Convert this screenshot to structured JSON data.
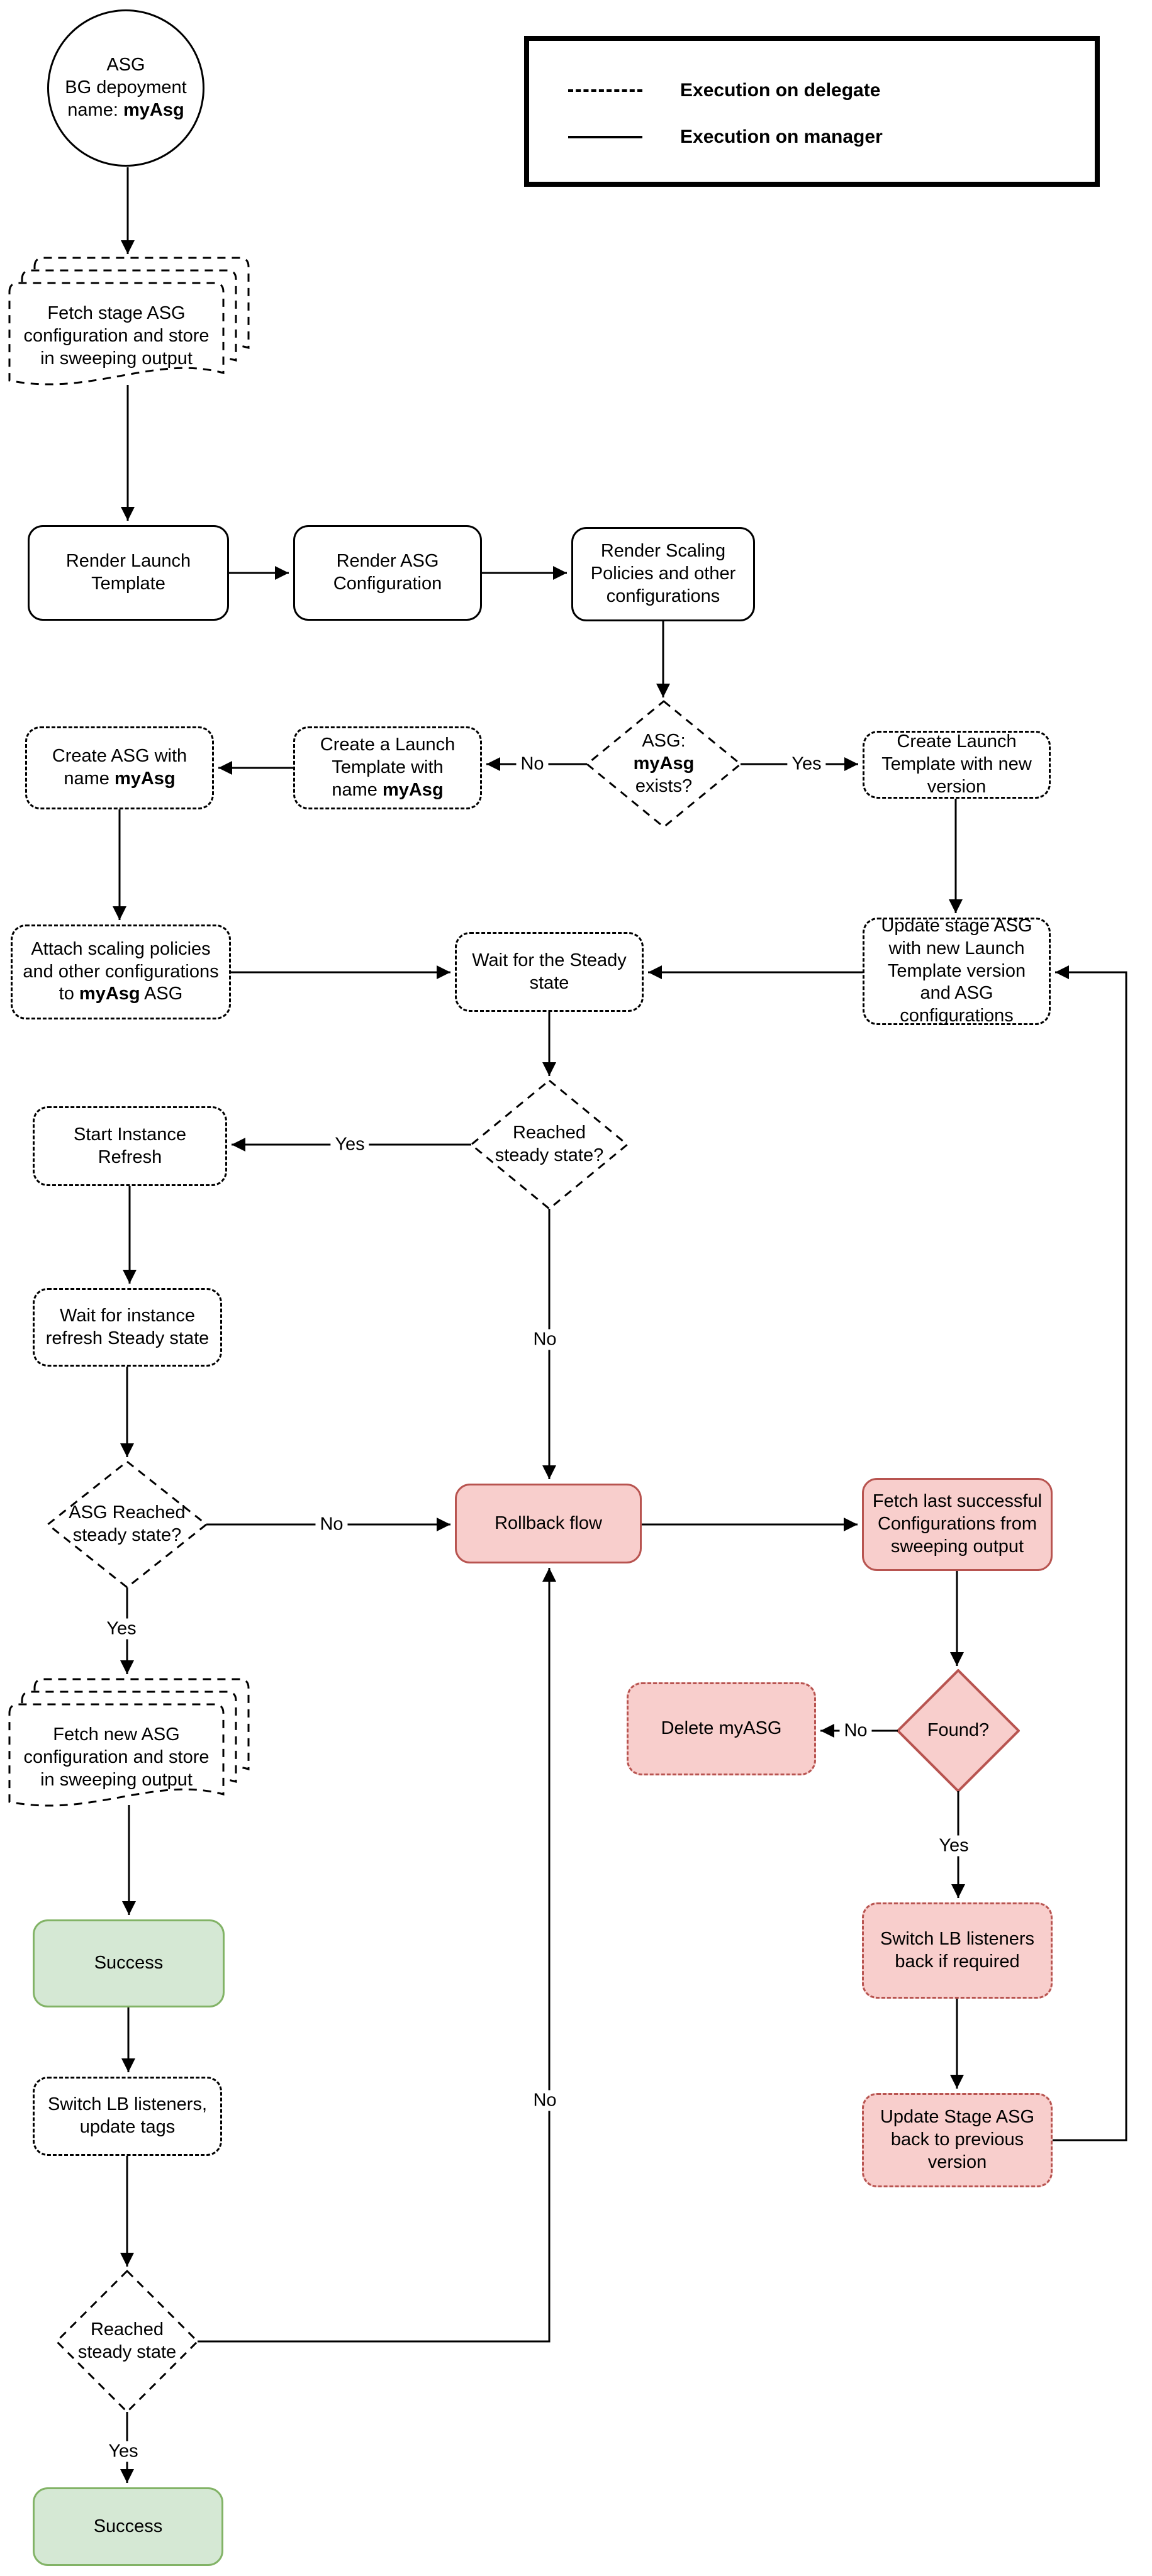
{
  "legend": {
    "delegate_label": "Execution on delegate",
    "manager_label": "Execution on manager"
  },
  "edge_labels": {
    "yes": "Yes",
    "no": "No"
  },
  "colors": {
    "rollback_fill": "#F8CECC",
    "rollback_border": "#B85450",
    "success_fill": "#D5E8D4",
    "success_border": "#82B366",
    "line": "#000000"
  },
  "nodes": {
    "start_circle": {
      "line1": "ASG",
      "line2": "BG depoyment",
      "line3_prefix": "name: ",
      "line3_bold": "myAsg"
    },
    "fetch_stage": {
      "label": "Fetch stage ASG configuration and store in sweeping output"
    },
    "render_launch_template": {
      "label": "Render Launch Template"
    },
    "render_asg_configuration": {
      "label": "Render ASG Configuration"
    },
    "render_scaling_policies": {
      "label": "Render Scaling Policies and other configurations"
    },
    "asg_exists_decision": {
      "line1": "ASG:",
      "line2_bold": "myAsg",
      "line2_suffix": " exists?"
    },
    "create_launch_template_myasg": {
      "line1": "Create a Launch",
      "line2": "Template with",
      "line3_prefix": "name ",
      "line3_bold": "myAsg"
    },
    "create_asg_myasg": {
      "line1": "Create ASG with",
      "line2_prefix": "name ",
      "line2_bold": "myAsg"
    },
    "create_launch_template_new": {
      "label": "Create Launch Template with new version"
    },
    "attach_scaling_policies": {
      "line1": "Attach scaling policies",
      "line2": "and other configurations",
      "line3_prefix": "to ",
      "line3_bold": "myAsg",
      "line3_suffix": " ASG"
    },
    "wait_steady_state": {
      "label": "Wait for the Steady state"
    },
    "update_stage_asg": {
      "label": "Update stage ASG with new Launch Template version and ASG configurations"
    },
    "reached_steady_decision": {
      "label": "Reached steady state?"
    },
    "start_instance_refresh": {
      "label": "Start Instance Refresh"
    },
    "wait_instance_refresh": {
      "label": "Wait for instance refresh Steady state"
    },
    "asg_reached_steady_decision": {
      "label": "ASG Reached steady state?"
    },
    "rollback_flow": {
      "label": "Rollback flow"
    },
    "fetch_last_successful": {
      "label": "Fetch last successful Configurations from sweeping output"
    },
    "delete_myasg": {
      "label": "Delete myASG"
    },
    "found_decision": {
      "label": "Found?"
    },
    "fetch_new_asg": {
      "label": "Fetch new ASG configuration and store in sweeping output"
    },
    "success_mid": {
      "label": "Success"
    },
    "switch_lb_back": {
      "label": "Switch LB listeners back if required"
    },
    "switch_lb_update_tags": {
      "label": "Switch LB listeners, update tags"
    },
    "update_stage_back": {
      "label": "Update Stage ASG back to previous version"
    },
    "reached_steady_final_decision": {
      "label": "Reached steady state"
    },
    "success_final": {
      "label": "Success"
    }
  }
}
